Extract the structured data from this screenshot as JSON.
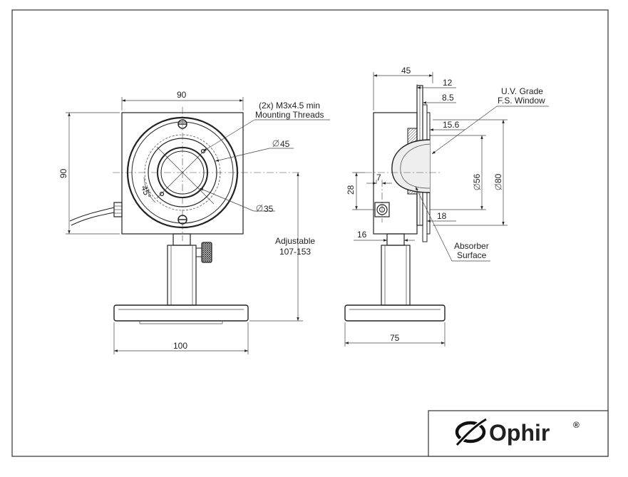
{
  "front_view": {
    "width_dim": "90",
    "height_dim": "90",
    "base_dim": "100",
    "angle_label": "45°",
    "threads_note_line1": "(2x) M3x4.5 min",
    "threads_note_line2": "Mounting Threads",
    "aperture_outer": "45",
    "aperture_inner": "35",
    "height_note_line1": "Adjustable",
    "height_note_line2": "107-153"
  },
  "side_view": {
    "depth_dim": "45",
    "dim_12": "12",
    "dim_8_5": "8.5",
    "dim_15_6": "15.6",
    "dim_7": "7",
    "dim_28": "28",
    "dim_16": "16",
    "dim_18": "18",
    "dia_56": "56",
    "dia_80": "80",
    "base_dim": "75",
    "window_note_line1": "U.V. Grade",
    "window_note_line2": "F.S. Window",
    "absorber_note_line1": "Absorber",
    "absorber_note_line2": "Surface"
  },
  "title_block": {
    "brand": "Ophir",
    "registered_mark": "®"
  }
}
